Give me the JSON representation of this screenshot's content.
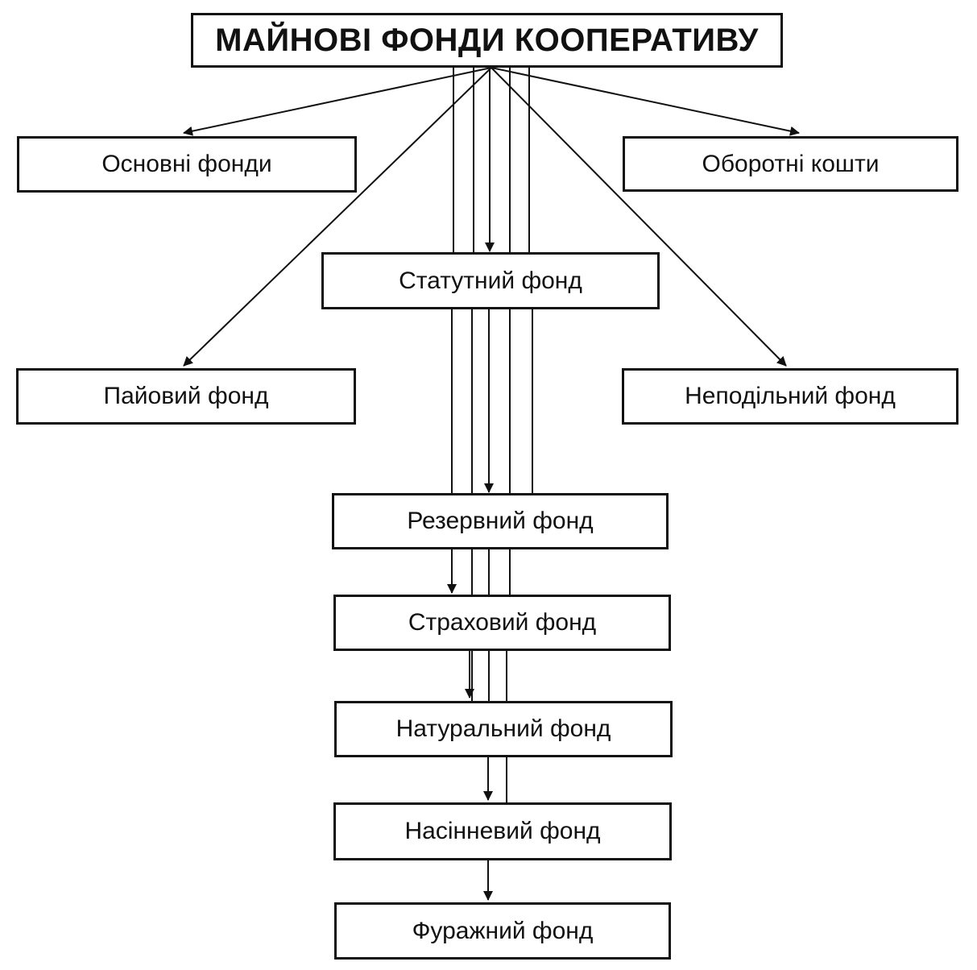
{
  "title": "МАЙНОВІ ФОНДИ КООПЕРАТИВУ",
  "nodes": {
    "osnovni": "Основні фонди",
    "oborotni": "Оборотні кошти",
    "statutnyi": "Статутний фонд",
    "paiovyi": "Пайовий фонд",
    "nepodilnyi": "Неподільний фонд",
    "rezervnyi": "Резервний фонд",
    "strakhovyi": "Страховий фонд",
    "naturalnyi": "Натуральний фонд",
    "nasinnevyi": "Насінневий фонд",
    "furazhnyi": "Фуражний фонд"
  }
}
